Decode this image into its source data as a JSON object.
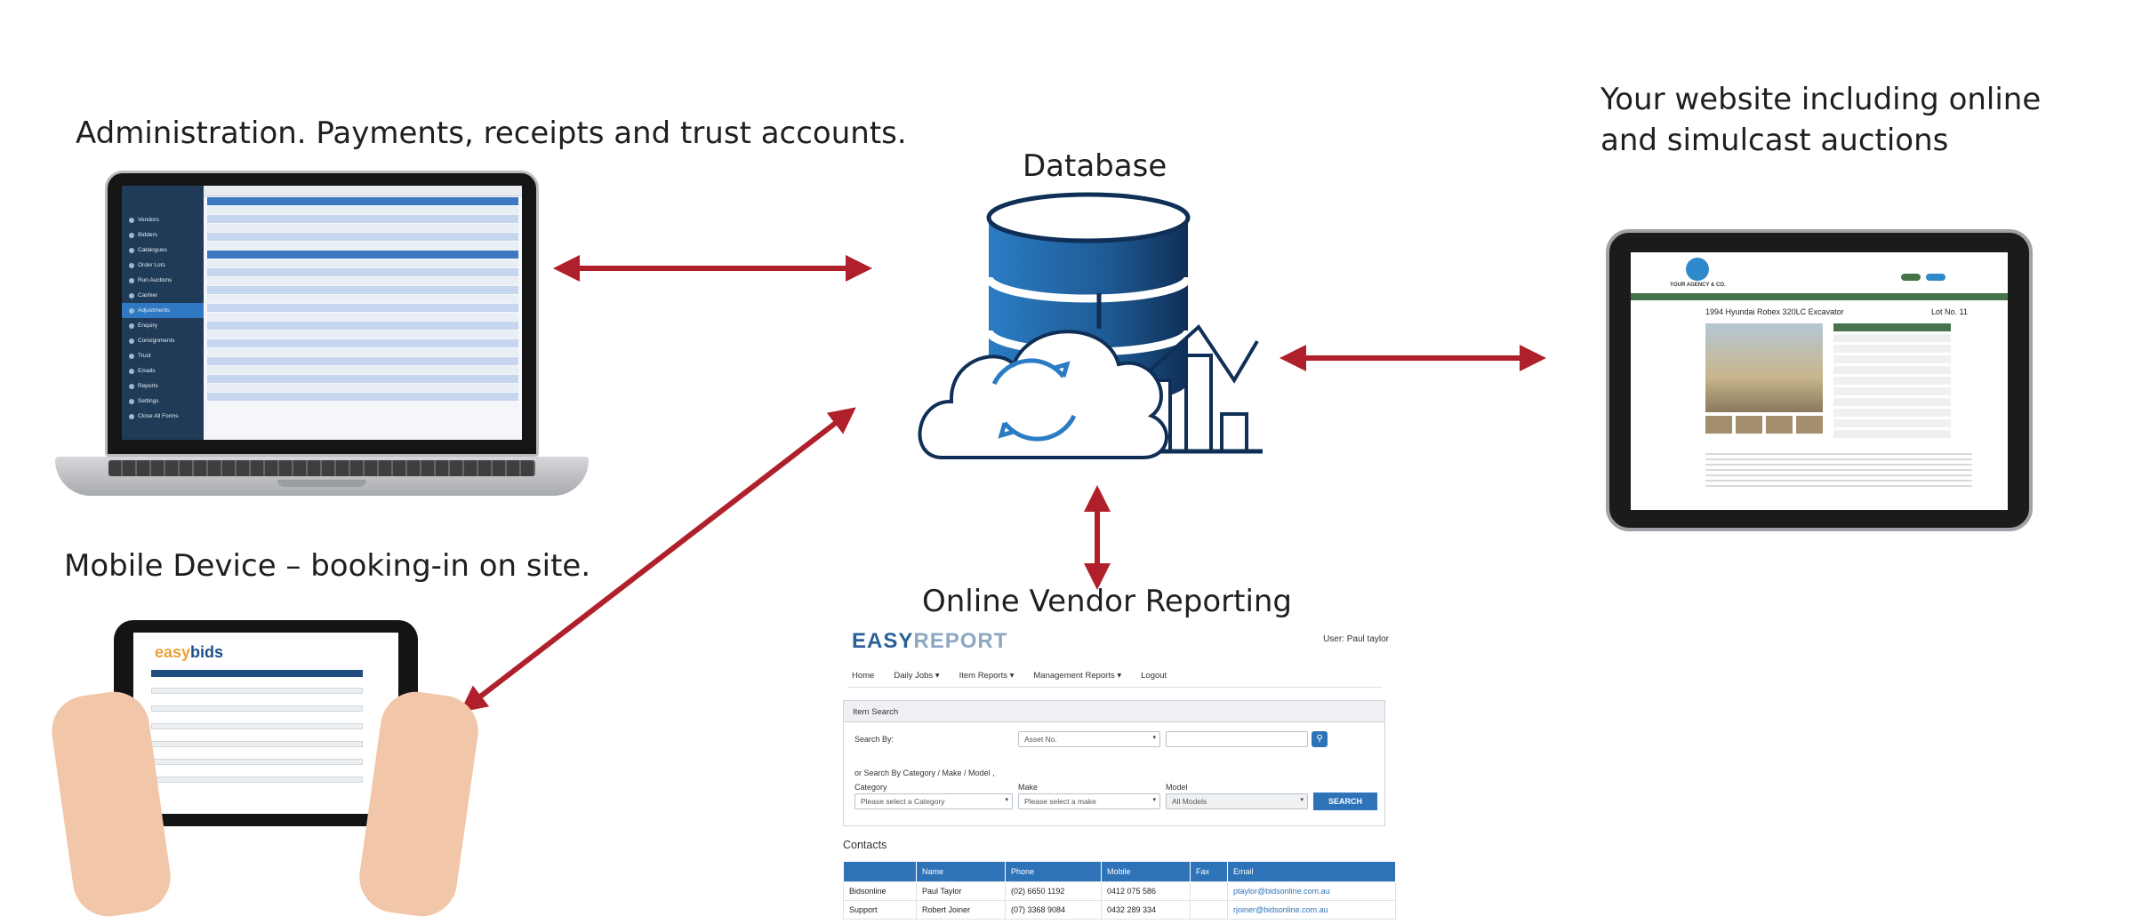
{
  "captions": {
    "admin": "Administration.  Payments, receipts and trust accounts.",
    "database": "Database",
    "website": "Your website including online and simulcast auctions",
    "mobile": "Mobile Device – booking-in on site.",
    "reporting": "Online Vendor Reporting"
  },
  "colors": {
    "arrow": "#b0202a",
    "db_top": "#1e5a93",
    "db_light": "#2b7cc4"
  },
  "icons": {
    "database": "database-cylinder-icon",
    "cloud": "cloud-sync-icon",
    "chart": "bar-chart-icon"
  },
  "laptop": {
    "sidebar": [
      "Vendors",
      "Bidders",
      "Catalogues",
      "Order Lots",
      "Run Auctions",
      "Cashier",
      "Adjustments",
      "Enquiry",
      "Consignments",
      "Trust",
      "Emails",
      "Reports",
      "Settings",
      "Close All Forms"
    ],
    "active_index": 6
  },
  "website": {
    "agency": "YOUR AGENCY & CO.",
    "lot_title": "1994 Hyundai Robex 320LC Excavator",
    "lot_number": "Lot No. 11"
  },
  "mobile": {
    "logo_easy": "easy",
    "logo_bids": "bids"
  },
  "report": {
    "logo_easy": "EASY",
    "logo_report": "REPORT",
    "user": "User: Paul taylor",
    "menu": [
      "Home",
      "Daily Jobs ▾",
      "Item Reports ▾",
      "Management Reports ▾",
      "Logout"
    ],
    "search_header": "Item Search",
    "search_by_label": "Search By:",
    "search_by_value": "Asset No.",
    "or_search": "or Search By Category / Make / Model ,",
    "category_label": "Category",
    "category_value": "Please select a Category",
    "make_label": "Make",
    "make_value": "Please select a make",
    "model_label": "Model",
    "model_value": "All Models",
    "search_button": "SEARCH",
    "contacts_title": "Contacts",
    "table_headers": [
      "",
      "Name",
      "Phone",
      "Mobile",
      "Fax",
      "Email"
    ],
    "table_rows": [
      [
        "Bidsonline",
        "Paul Taylor",
        "(02) 6650 1192",
        "0412 075 586",
        "",
        "ptaylor@bidsonline.com.au"
      ],
      [
        "Support",
        "Robert Joiner",
        "(07) 3368 9084",
        "0432 289 334",
        "",
        "rjoiner@bidsonline.com.au"
      ]
    ]
  }
}
